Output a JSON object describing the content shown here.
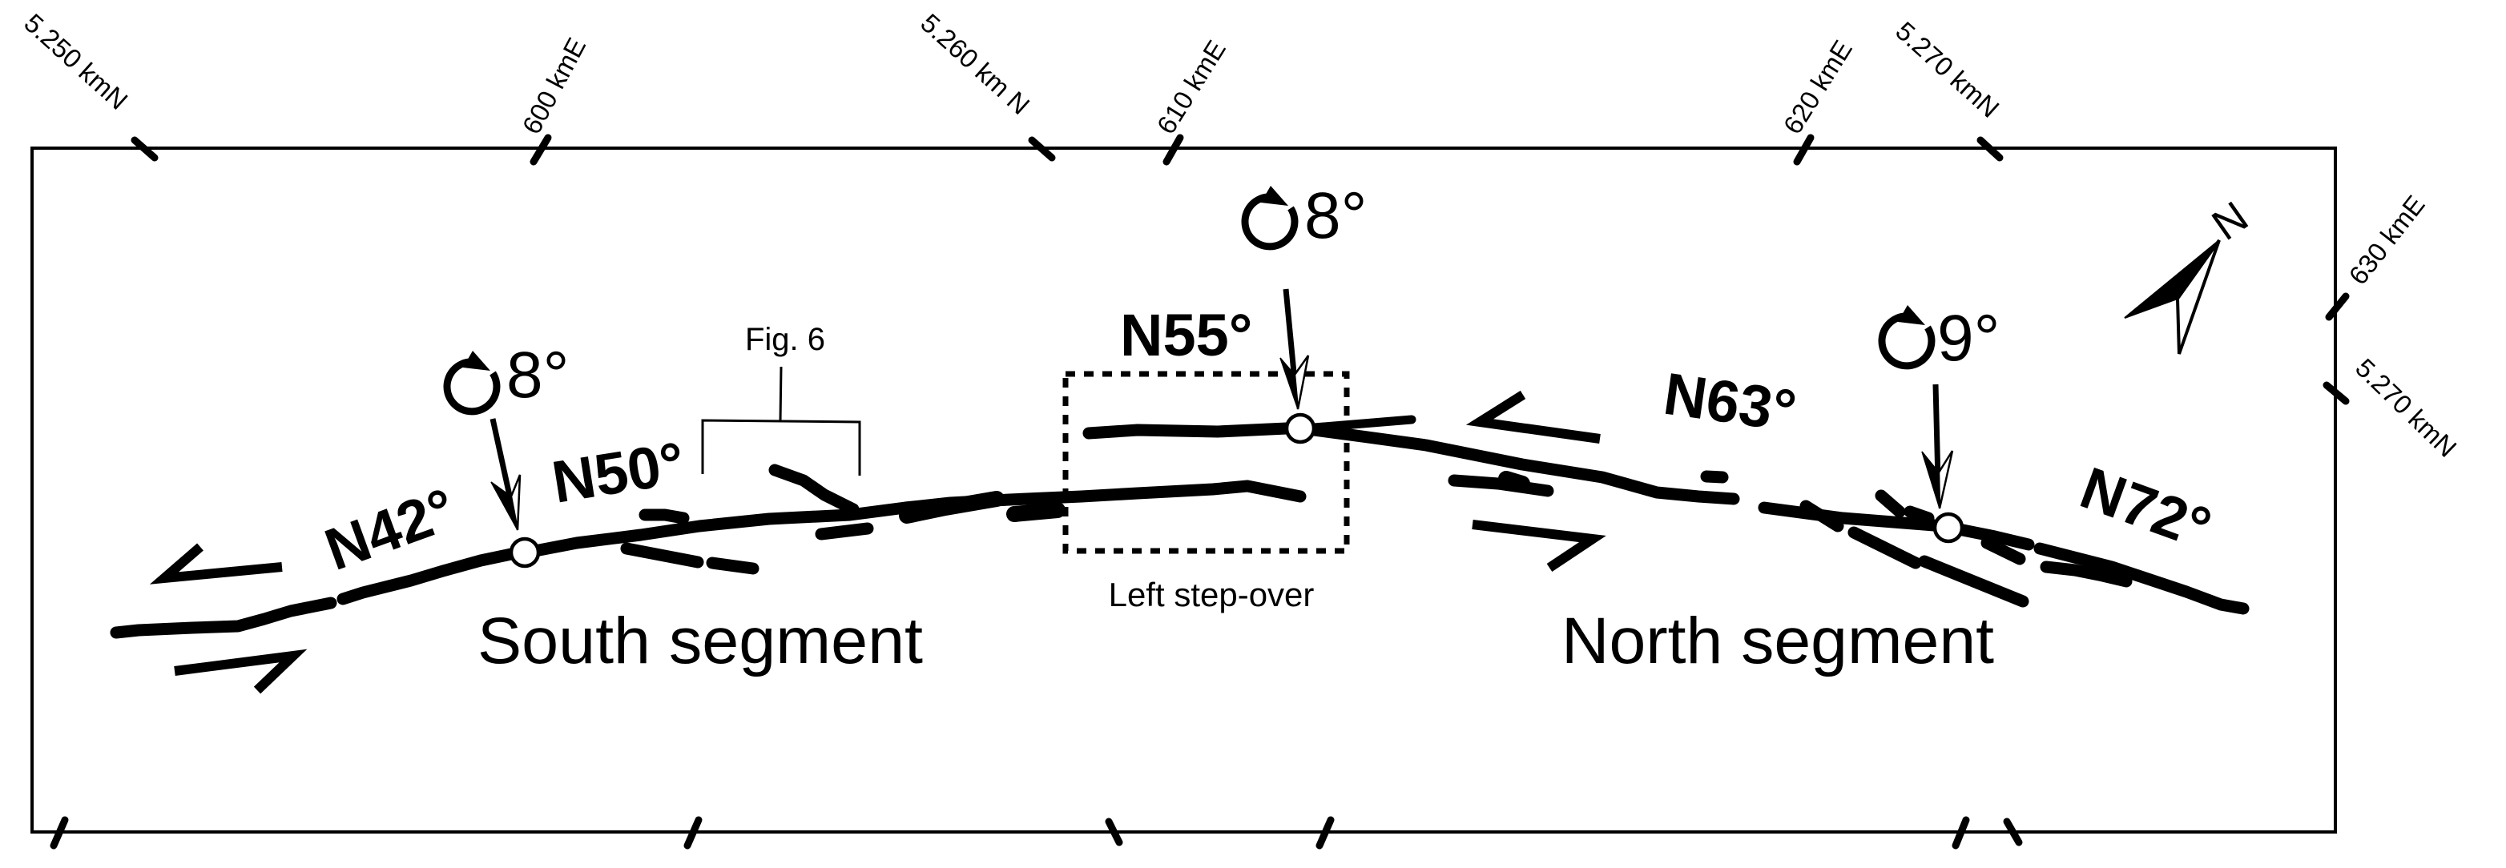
{
  "figure": {
    "type": "fault map",
    "grid_labels_top": [
      {
        "label": "5.250 kmN",
        "axis": "northing"
      },
      {
        "label": "600 kmE",
        "axis": "easting"
      },
      {
        "label": "5.260 km N",
        "axis": "northing"
      },
      {
        "label": "610 kmE",
        "axis": "easting"
      },
      {
        "label": "620 kmE",
        "axis": "easting"
      },
      {
        "label": "5.270 kmN",
        "axis": "northing"
      }
    ],
    "grid_labels_right": [
      {
        "label": "630 kmE",
        "axis": "easting"
      },
      {
        "label": "5.270 kmN",
        "axis": "northing"
      }
    ],
    "strike_labels": [
      "N42°",
      "N50°",
      "N55°",
      "N63°",
      "N72°"
    ],
    "rotation_sites": [
      {
        "value": "8°",
        "direction": "clockwise",
        "near": "N42°"
      },
      {
        "value": "8°",
        "direction": "clockwise",
        "near": "N55°"
      },
      {
        "value": "9°",
        "direction": "clockwise",
        "near": "N63°"
      }
    ],
    "segments": {
      "south": "South segment",
      "north": "North segment"
    },
    "annotations": {
      "fig_ref": "Fig. 6",
      "stepover": "Left step-over"
    },
    "north_arrow": {
      "letter": "N"
    },
    "sense_of_slip": "sinistral",
    "colors": {
      "ink": "#000000",
      "background": "#ffffff"
    }
  }
}
